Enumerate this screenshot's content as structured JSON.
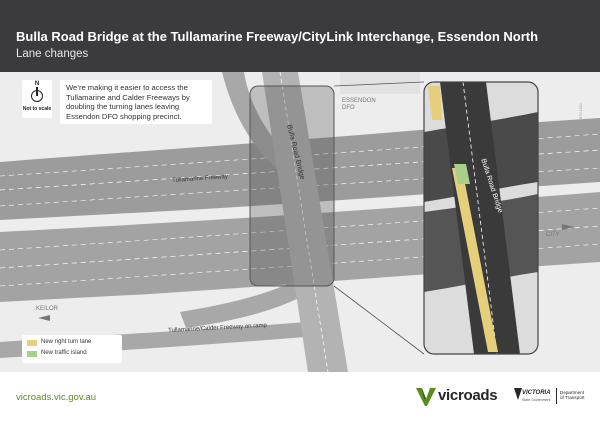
{
  "header": {
    "title": "Bulla Road Bridge at the Tullamarine Freeway/CityLink Interchange, Essendon North",
    "subtitle": "Lane changes"
  },
  "map": {
    "compass": {
      "north_label": "N",
      "scale_note": "Not to scale"
    },
    "info_text": "We’re making it easier to access the Tullamarine and Calder Freeways by doubling the turning lanes leaving Essendon DFO shopping precinct.",
    "labels": {
      "bulla_road_bridge": "Bulla Road Bridge",
      "bulla_road_bridge_inset": "Bulla Road Bridge",
      "tullamarine_freeway": "Tullamarine Freeway",
      "on_ramp": "Tullamarine/Calder Freeway on ramp",
      "essendon_dfo": "ESSENDON DFO",
      "keilor": "KEILOR",
      "city": "CITY"
    },
    "legend": [
      {
        "label": "New right turn lane",
        "color": "#e6cf7a"
      },
      {
        "label": "New traffic island",
        "color": "#a8d08d"
      }
    ],
    "reference_code": "P1876.1/20"
  },
  "footer": {
    "url": "vicroads.vic.gov.au",
    "vicroads_logo_text": "vicroads",
    "victoria_logo_text": "VICTORIA",
    "victoria_logo_sub": "State Government",
    "department": "Department\nof Transport"
  },
  "colors": {
    "header_bg": "#3b3b3d",
    "footer_green": "#5a8c1e",
    "road": "#9c9c9c",
    "ground": "#ededed",
    "legend_turn_lane": "#e6cf7a",
    "legend_island": "#a8d08d"
  }
}
